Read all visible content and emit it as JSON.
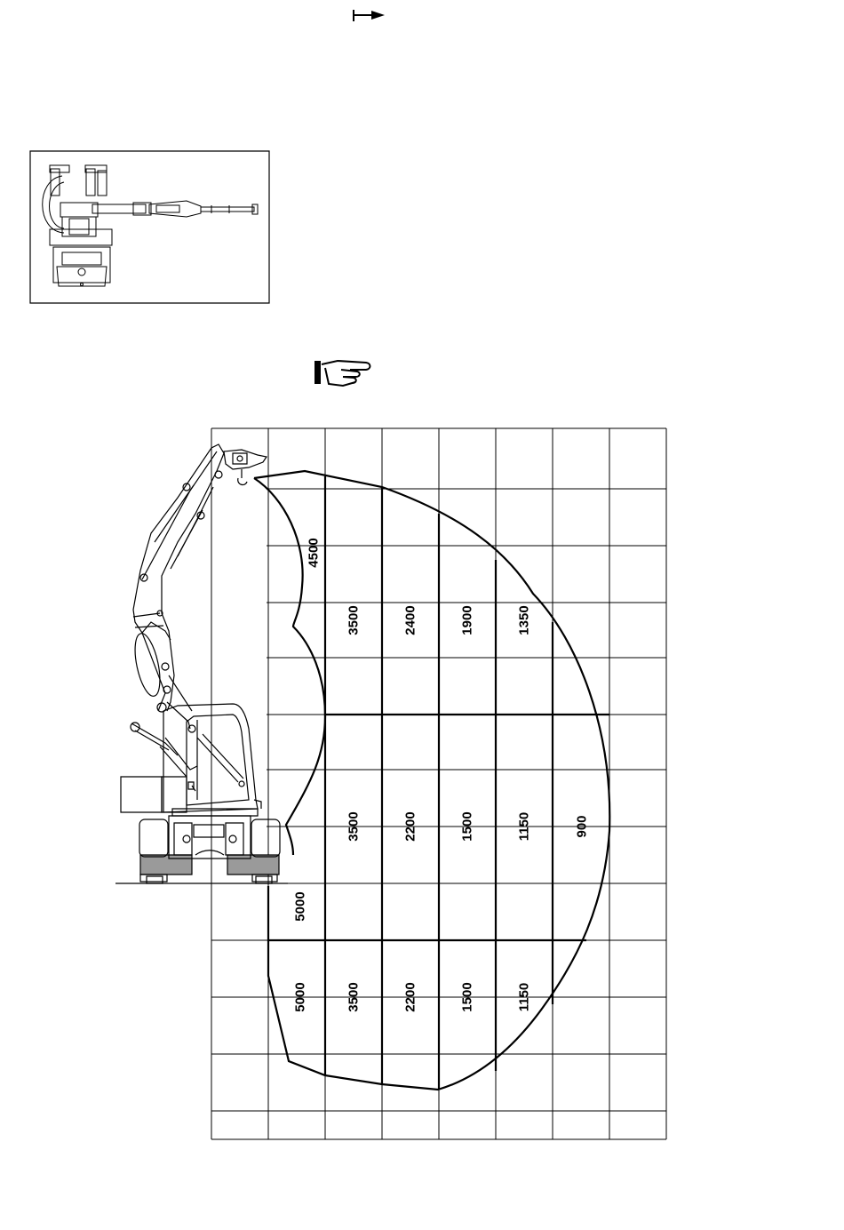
{
  "diagram": {
    "load_labels": [
      "4500",
      "3500",
      "2400",
      "1900",
      "1350",
      "3500",
      "2200",
      "1500",
      "1150",
      "900",
      "5000",
      "5000",
      "3500",
      "2200",
      "1500",
      "1150"
    ]
  },
  "colors": {
    "line": "#000000",
    "grid": "#000000",
    "track_fill": "#9a9a9a",
    "background": "#ffffff"
  },
  "icons": {
    "top": "arrow-right-icon",
    "hand": "pointing-hand-icon"
  }
}
